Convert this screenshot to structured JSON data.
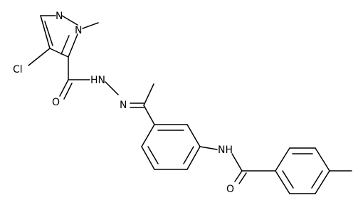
{
  "diagram": {
    "type": "chemical-structure",
    "atom_labels": {
      "n_ring_1": "N",
      "n_ring_2": "N",
      "cl": "Cl",
      "o_amide_1": "O",
      "nh_hydrazide": "HN",
      "n_imine": "N",
      "nh_amide": "NH",
      "o_amide_2": "O"
    }
  }
}
